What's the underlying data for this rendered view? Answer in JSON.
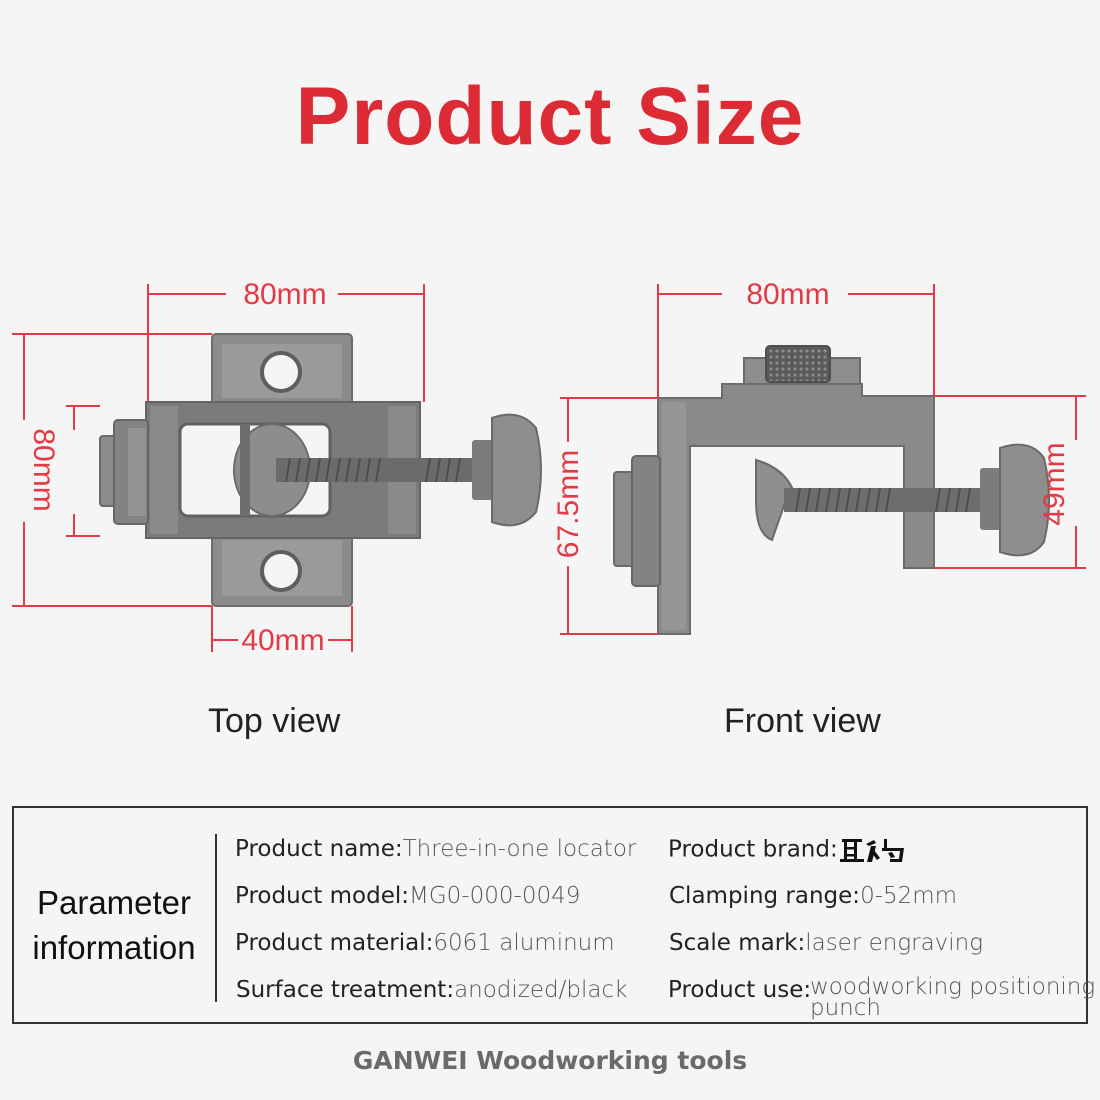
{
  "title": "Product Size",
  "dimensions": {
    "top_width": "80mm",
    "top_height": "80mm",
    "top_bottom_width": "40mm",
    "front_width": "80mm",
    "front_height": "67.5mm",
    "front_right_height": "49mm"
  },
  "views": {
    "top": "Top view",
    "front": "Front view"
  },
  "parameters": {
    "heading_line1": "Parameter",
    "heading_line2": "information",
    "left": [
      {
        "label": "Product name:",
        "value": "Three-in-one locator"
      },
      {
        "label": "Product model:",
        "value": "MG0-000-0049"
      },
      {
        "label": "Product material:",
        "value": "6061 aluminum"
      },
      {
        "label": "Surface treatment:",
        "value": "anodized/black"
      }
    ],
    "right": [
      {
        "label": "Product brand:",
        "value": ""
      },
      {
        "label": "Clamping range:",
        "value": "0-52mm"
      },
      {
        "label": "Scale mark:",
        "value": "laser engraving"
      },
      {
        "label": "Product use:",
        "value": "woodworking positioning punch"
      }
    ],
    "brand_logo": "brand-logo-glyph"
  },
  "footer": "GANWEI Woodworking tools",
  "colors": {
    "title": "#dc2b34",
    "dimension": "#e23b46",
    "body": "#808080",
    "body_dark": "#6a6a6a"
  }
}
